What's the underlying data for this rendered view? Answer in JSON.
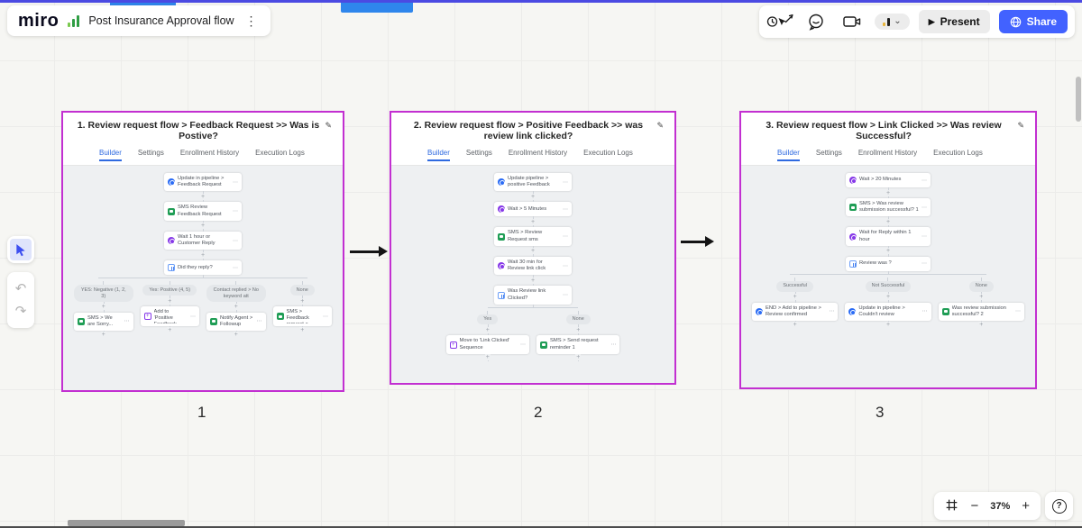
{
  "icons": {
    "kebab": "⋮",
    "chevron_down": "⌄",
    "play": "▶",
    "pencil": "✎",
    "more": "⋯",
    "undo": "↶",
    "redo": "↷",
    "minus": "−",
    "plus": "+",
    "help": "?",
    "connector_plus": "+"
  },
  "header_left": {
    "logo": "miro",
    "board_title": "Post Insurance Approval flow"
  },
  "header_right": {
    "present_label": "Present",
    "share_label": "Share",
    "share_color": "#4262ff"
  },
  "zoom_controls": {
    "zoom_level": "37%"
  },
  "frame_numbers": [
    "1",
    "2",
    "3"
  ],
  "frames": [
    {
      "title": "1. Review request flow > Feedback Request >> Was is Postive?",
      "tabs": [
        "Builder",
        "Settings",
        "Enrollment History",
        "Execution Logs"
      ],
      "active_tab": "Builder",
      "chain": [
        {
          "icon": "update",
          "text": "Update in pipeline > Feedback Request"
        },
        {
          "icon": "sms",
          "text": "SMS Review Feedback Request"
        },
        {
          "icon": "wait",
          "text": "Wait 1 hour or Customer Reply"
        },
        {
          "icon": "branch",
          "text": "Did they reply?"
        }
      ],
      "branches": [
        {
          "label": "YES: Negative (1, 2, 3)",
          "node": {
            "icon": "sms",
            "text": "SMS > We are Sorry..."
          }
        },
        {
          "label": "Yes: Positive (4, 5)",
          "node": {
            "icon": "add",
            "text": "Add to 'Positive Feedback Flow'"
          }
        },
        {
          "label": "Contact replied > No keyword att",
          "node": {
            "icon": "sms",
            "text": "Notify Agent > Followup"
          }
        },
        {
          "label": "None",
          "node": {
            "icon": "sms",
            "text": "SMS > Feedback request a..."
          }
        }
      ]
    },
    {
      "title": "2. Review request flow > Positive Feedback >> was review link clicked?",
      "tabs": [
        "Builder",
        "Settings",
        "Enrollment History",
        "Execution Logs"
      ],
      "active_tab": "Builder",
      "chain": [
        {
          "icon": "update",
          "text": "Update pipeline > positive Feedback"
        },
        {
          "icon": "wait",
          "text": "Wait > 5 Minutes"
        },
        {
          "icon": "sms",
          "text": "SMS > Review Request sms"
        },
        {
          "icon": "wait",
          "text": "Wait 30 min for Review link click"
        },
        {
          "icon": "branch",
          "text": "Was Review link Clicked?"
        }
      ],
      "branches": [
        {
          "label": "Yes",
          "node": {
            "icon": "add",
            "text": "Move to 'Link Clicked' Sequence"
          }
        },
        {
          "label": "None",
          "node": {
            "icon": "sms",
            "text": "SMS > Send request reminder 1"
          }
        }
      ]
    },
    {
      "title": "3. Review request flow > Link Clicked >> Was review Successful?",
      "tabs": [
        "Builder",
        "Settings",
        "Enrollment History",
        "Execution Logs"
      ],
      "active_tab": "Builder",
      "chain": [
        {
          "icon": "wait",
          "text": "Wait > 20 Minutes"
        },
        {
          "icon": "sms",
          "text": "SMS > Was review submission successful? 1"
        },
        {
          "icon": "wait",
          "text": "Wait for Reply within 1 hour"
        },
        {
          "icon": "branch",
          "text": "Review was ?"
        }
      ],
      "branches": [
        {
          "label": "Successful",
          "node": {
            "icon": "update",
            "text": "END > Add to pipeline > Review confirmed"
          }
        },
        {
          "label": "Not Successful",
          "node": {
            "icon": "update",
            "text": "Update in pipeline > Couldn't review"
          }
        },
        {
          "label": "None",
          "node": {
            "icon": "sms",
            "text": "Was review submission successful? 2"
          }
        }
      ]
    }
  ]
}
